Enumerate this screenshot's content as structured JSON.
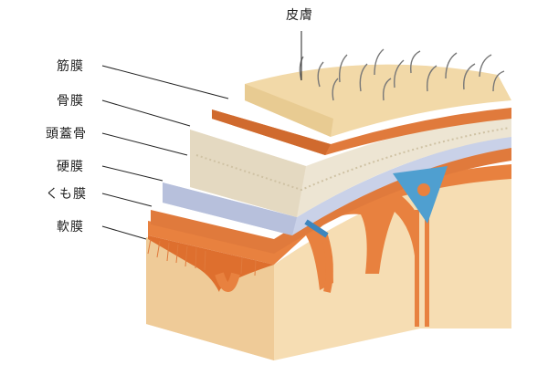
{
  "diagram": {
    "labels": {
      "skin": "皮膚",
      "fascia": "筋膜",
      "periosteum": "骨膜",
      "skull": "頭蓋骨",
      "dura_mater": "硬膜",
      "arachnoid": "くも膜",
      "pia_mater": "軟膜"
    },
    "colors": {
      "skin": "#F2D9A8",
      "fascia": "#E07A3C",
      "skull": "#EDE5D3",
      "dura": "#C9D1E8",
      "pia": "#E8813F",
      "brain": "#F6DDB3",
      "csf": "#4F9FD0"
    }
  }
}
